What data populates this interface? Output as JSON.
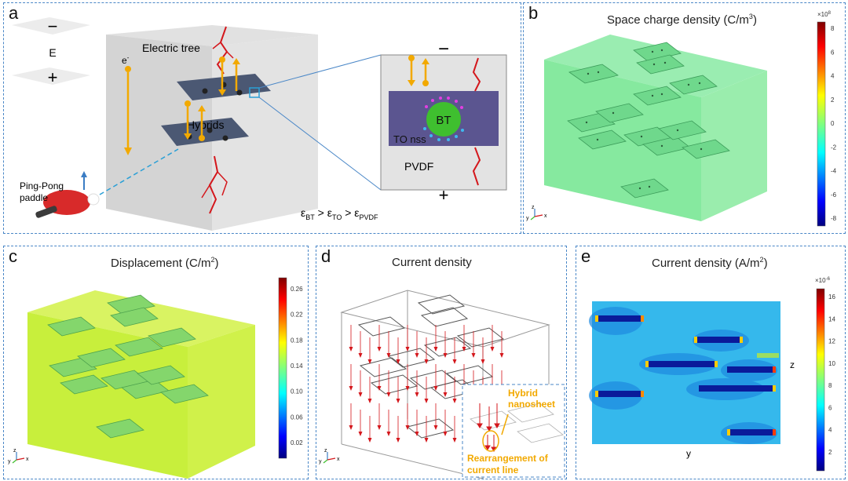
{
  "panel_a": {
    "letter": "a",
    "minus": "−",
    "E": "E",
    "plus": "+",
    "electric_tree": "Electric tree",
    "electron": "e",
    "electron_sup": "-",
    "hybrids": "Hybrids",
    "ping_pong_line1": "Ping-Pong",
    "ping_pong_line2": "paddle",
    "inset_minus": "−",
    "bt": "BT",
    "to_nss": "TO nss",
    "pvdf": "PVDF",
    "inset_plus": "+",
    "eps": "ε",
    "eps_bt_sub": "BT",
    "eps_to_sub": "TO",
    "eps_pvdf_sub": "PVDF",
    "gt": " > ",
    "colors": {
      "orange": "#f2a900",
      "red": "#d4171c",
      "purple": "#5b5590",
      "green": "#3fbf2f"
    }
  },
  "panel_b": {
    "letter": "b",
    "title": "Space charge density (C/m",
    "title_sup": "3",
    "title_end": ")",
    "scale": "×10",
    "scale_exp": "8",
    "ticks": [
      "8",
      "6",
      "4",
      "2",
      "0",
      "-2",
      "-4",
      "-6",
      "-8"
    ],
    "fill_color": "#7fe89a"
  },
  "panel_c": {
    "letter": "c",
    "title": "Displacement (C/m",
    "title_sup": "2",
    "title_end": ")",
    "ticks": [
      "0.26",
      "0.22",
      "0.18",
      "0.14",
      "0.10",
      "0.06",
      "0.02"
    ],
    "fill_color": "#c8ef3c"
  },
  "panel_d": {
    "letter": "d",
    "title": "Current density",
    "inset_label1_line1": "Hybrid",
    "inset_label1_line2": "nanosheet",
    "inset_label2_line1": "Rearrangement of",
    "inset_label2_line2": "current line"
  },
  "panel_e": {
    "letter": "e",
    "title": "Current density (A/m",
    "title_sup": "2",
    "title_end": ")",
    "scale": "×10",
    "scale_exp": "-6",
    "ticks": [
      "16",
      "14",
      "12",
      "10",
      "8",
      "6",
      "4",
      "2"
    ],
    "z_label": "z",
    "y_label": "y"
  },
  "axes_triad": {
    "x": "x",
    "y": "y",
    "z": "z"
  }
}
